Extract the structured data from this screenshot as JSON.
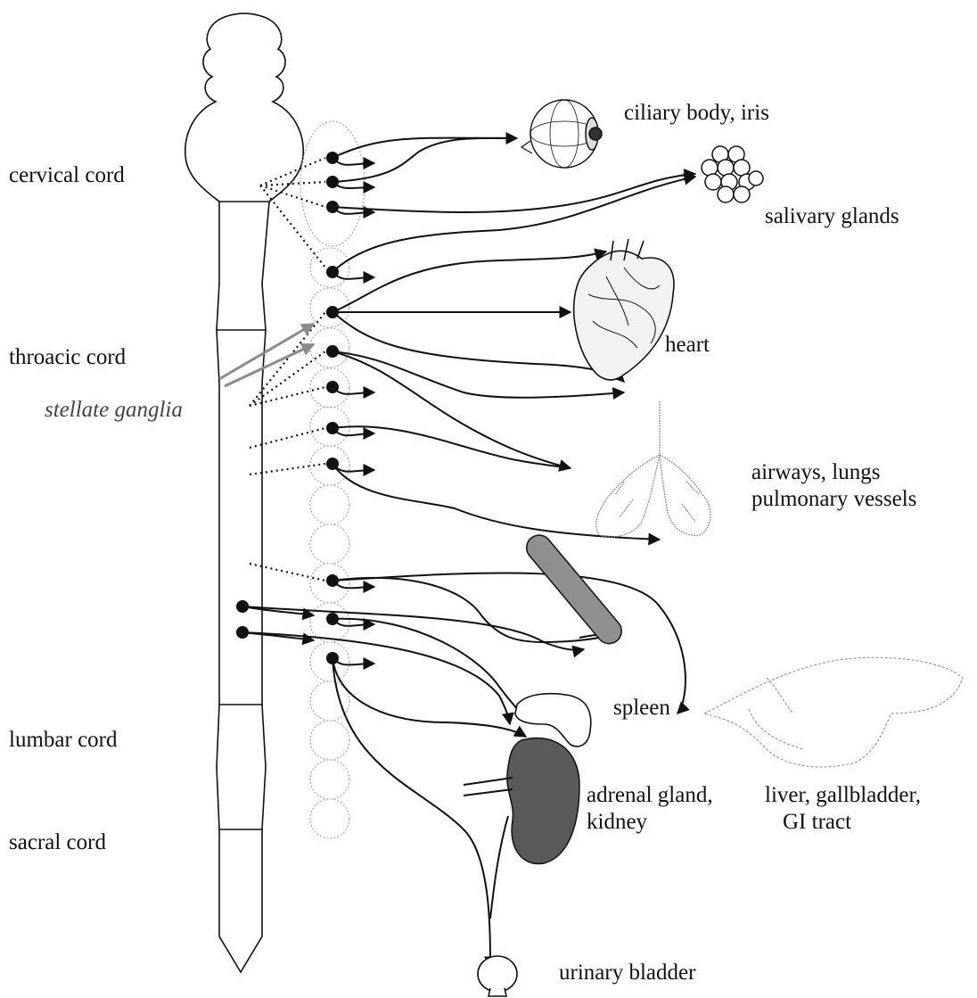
{
  "labels": {
    "cervical": "cervical cord",
    "thoracic": "throacic cord",
    "stellate": "stellate ganglia",
    "lumbar": "lumbar cord",
    "sacral": "sacral cord",
    "eye": "ciliary body, iris",
    "salivary": "salivary glands",
    "heart": "heart",
    "lungs_1": "airways, lungs",
    "lungs_2": "pulmonary vessels",
    "spleen": "spleen",
    "adrenal_1": "adrenal gland,",
    "adrenal_2": "kidney",
    "liver_1": "liver, gallbladder,",
    "liver_2": "GI tract",
    "bladder": "urinary bladder"
  },
  "colors": {
    "ink": "#111111",
    "ganglion_outline": "#9a9a9a",
    "stellate_arrow": "#8c8c8c",
    "spleen_fill": "#8f8f8f",
    "kidney_fill": "#5a5a5a"
  },
  "icons": [
    "eye-icon",
    "salivary-glands-icon",
    "heart-icon",
    "lungs-icon",
    "spleen-icon",
    "liver-icon",
    "adrenal-gland-icon",
    "kidney-icon",
    "urinary-bladder-icon"
  ]
}
